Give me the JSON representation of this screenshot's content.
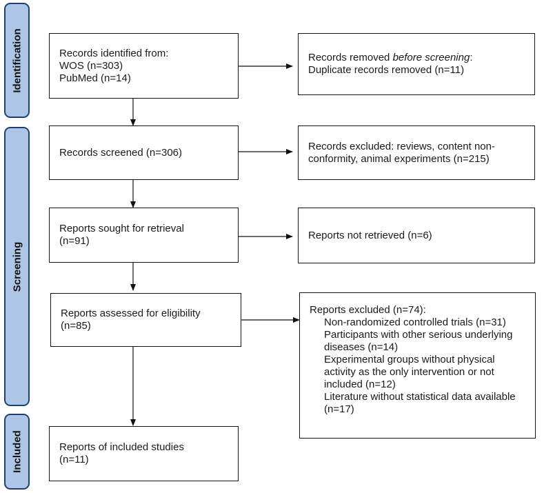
{
  "phases": {
    "identification": "Identification",
    "screening": "Screening",
    "included": "Included"
  },
  "boxes": {
    "records_identified": {
      "line1": "Records identified from:",
      "line2": "WOS (n=303)",
      "line3": "PubMed (n=14)"
    },
    "records_removed": {
      "line1_pre": "Records removed ",
      "line1_em": "before screening",
      "line1_post": ":",
      "line2": "Duplicate records removed (n=11)"
    },
    "records_screened": {
      "line1": "Records screened (n=306)"
    },
    "records_excluded": {
      "line1": "Records excluded: reviews, content non-",
      "line2": "conformity, animal experiments (n=215)"
    },
    "reports_sought": {
      "line1": "Reports sought for retrieval",
      "line2": "(n=91)"
    },
    "reports_not_retrieved": {
      "line1": "Reports not retrieved (n=6)"
    },
    "reports_assessed": {
      "line1": "Reports assessed for eligibility",
      "line2": "(n=85)"
    },
    "reports_excluded": {
      "heading": "Reports excluded (n=74):",
      "reasons": [
        "Non-randomized controlled trials (n=31)",
        "Participants with other serious underlying diseases (n=14)",
        "Experimental groups without physical activity as the only intervention or not included (n=12)",
        "Literature without statistical data available (n=17)"
      ]
    },
    "included_studies": {
      "line1": "Reports of included studies",
      "line2": "(n=11)"
    }
  }
}
